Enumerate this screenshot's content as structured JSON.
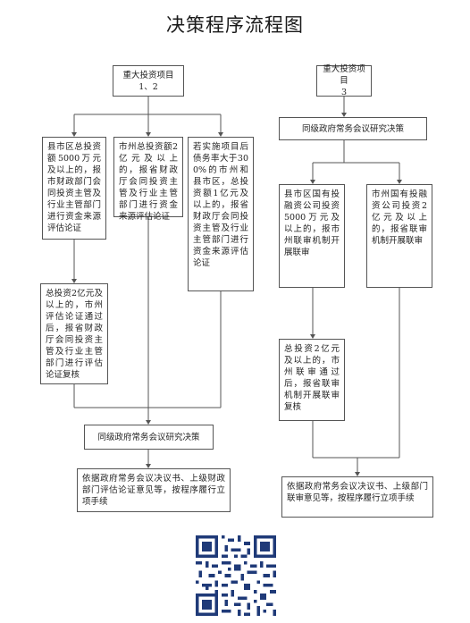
{
  "title": "决策程序流程图",
  "left": {
    "top_box": "重大投资项目\n1、2",
    "branch_a": "县市区总投资额5000万元及以上的，报市财政部门会同投资主管及行业主管部门进行资金来源评估论证",
    "branch_b": "市州总投资额2亿元及以上的，报省财政厅会同投资主管及行业主管部门进行资金来源评估论证",
    "branch_c": "若实施项目后债务率大于300%的市州和县市区，总投资额1亿元及以上的，报省财政厅会同投资主管及行业主管部门进行资金来源评估论证",
    "review_box": "总投资2亿元及以上的，市州评估论证通过后，报省财政厅会同投资主管及行业主管部门进行评估论证复核",
    "decision_box": "同级政府常务会议研究决策",
    "final_box": "依据政府常务会议决议书、上级财政部门评估论证意见等，按程序履行立项手续"
  },
  "right": {
    "top_box": "重大投资项目\n3",
    "decision_box": "同级政府常务会议研究决策",
    "branch_a": "县市区国有投融资公司投资5000万元及以上的，报市州联审机制开展联审",
    "branch_b": "市州国有投融资公司投资2亿元及以上的，报省联审机制开展联审",
    "review_box": "总投资2亿元及以上的，市州联审通过后，报省联审机制开展联审复核",
    "final_box": "依据政府常务会议决议书、上级部门联审意见等，按程序履行立项手续"
  },
  "colors": {
    "line": "#555555",
    "text": "#222222"
  },
  "qr_icon": "qr-code-icon"
}
